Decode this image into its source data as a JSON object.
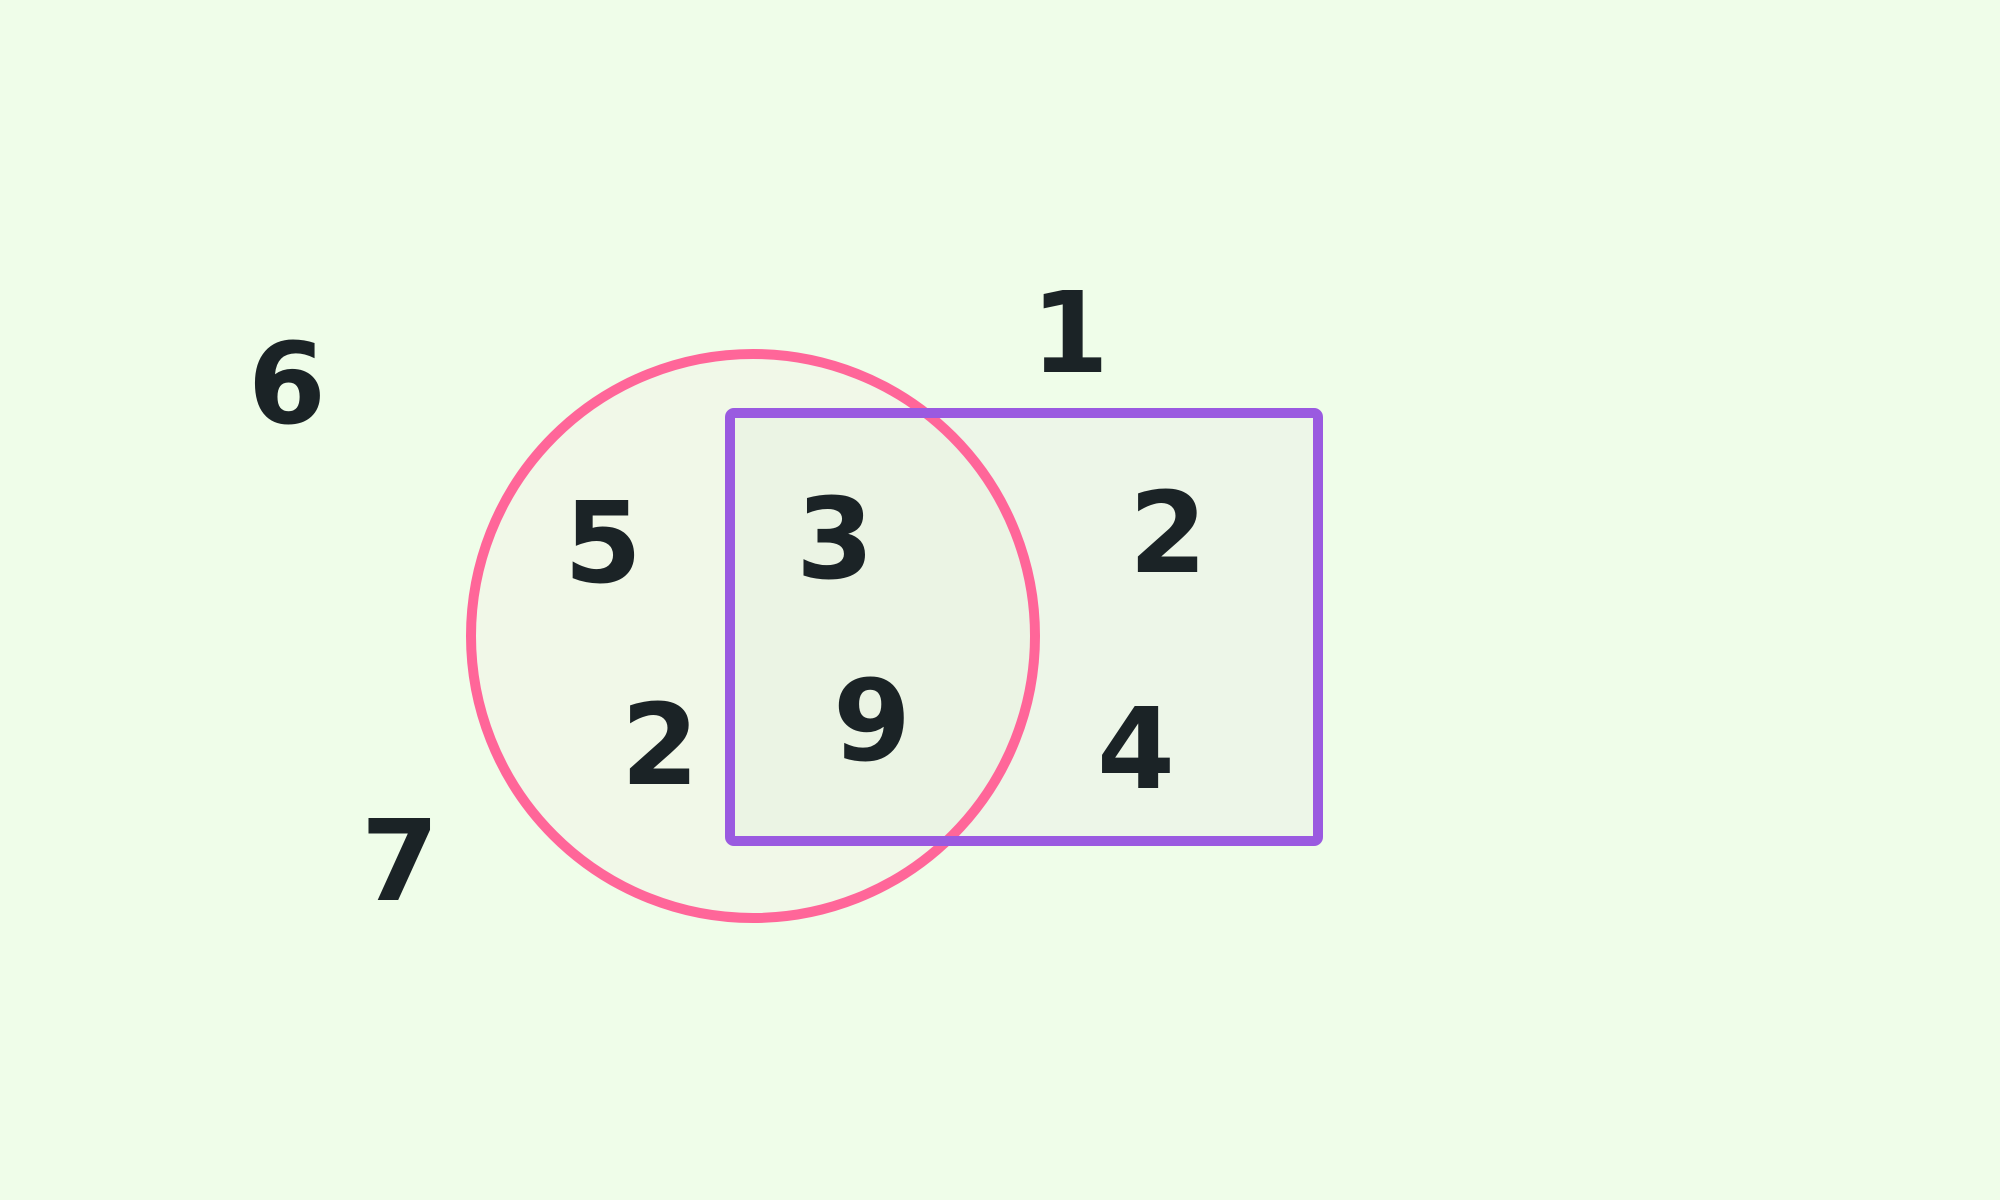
{
  "diagram": {
    "background_color": "#effde9",
    "circle": {
      "stroke_color": "#ff6699",
      "fill_color": "#f1f8e8"
    },
    "rectangle": {
      "stroke_color": "#9a5ae0",
      "fill_color": "#edf6e8"
    },
    "intersection_fill_color": "#ebf4e4",
    "numbers": {
      "outside_top_left": "6",
      "outside_top": "1",
      "outside_bottom_left": "7",
      "circle_only_top": "5",
      "circle_only_bottom": "2",
      "intersection_top": "3",
      "intersection_bottom": "9",
      "rectangle_only_top": "2",
      "rectangle_only_bottom": "4"
    }
  }
}
